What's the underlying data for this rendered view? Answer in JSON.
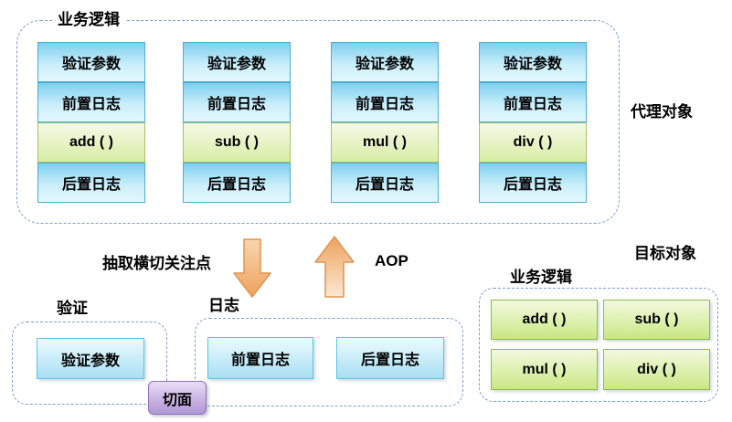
{
  "proxy": {
    "container_label": "业务逻辑",
    "side_label": "代理对象",
    "columns": [
      {
        "rows": [
          "验证参数",
          "前置日志",
          "add (  )",
          "后置日志"
        ]
      },
      {
        "rows": [
          "验证参数",
          "前置日志",
          "sub (  )",
          "后置日志"
        ]
      },
      {
        "rows": [
          "验证参数",
          "前置日志",
          "mul (  )",
          "后置日志"
        ]
      },
      {
        "rows": [
          "验证参数",
          "前置日志",
          "div (  )",
          "后置日志"
        ]
      }
    ]
  },
  "middle": {
    "extract_label": "抽取横切关注点",
    "aop_label": "AOP",
    "down_arrow": "down-arrow-icon",
    "up_arrow": "up-arrow-icon"
  },
  "aspects": {
    "validation": {
      "label": "验证",
      "items": [
        "验证参数"
      ]
    },
    "log": {
      "label": "日志",
      "items": [
        "前置日志",
        "后置日志"
      ]
    },
    "badge": "切面"
  },
  "target": {
    "side_label": "目标对象",
    "container_label": "业务逻辑",
    "methods": [
      "add (  )",
      "sub (  )",
      "mul (  )",
      "div (  )"
    ]
  },
  "colors": {
    "dash_border": "#7e9cc8",
    "blue_box_top": "#7ecfee",
    "blue_box_bottom": "#e4f7fd",
    "blue_box_border": "#49aed6",
    "green_box_top": "#f5fae8",
    "green_box_bottom": "#d8eda4",
    "green_box_border": "#8cbd44",
    "arrow_fill_dark": "#eda25e",
    "arrow_fill_light": "#fbe9d2",
    "arrow_stroke": "#df9452",
    "aspect_purple_top": "#eadef5",
    "aspect_purple_bottom": "#b197d5",
    "aspect_border": "#8f73b9"
  }
}
